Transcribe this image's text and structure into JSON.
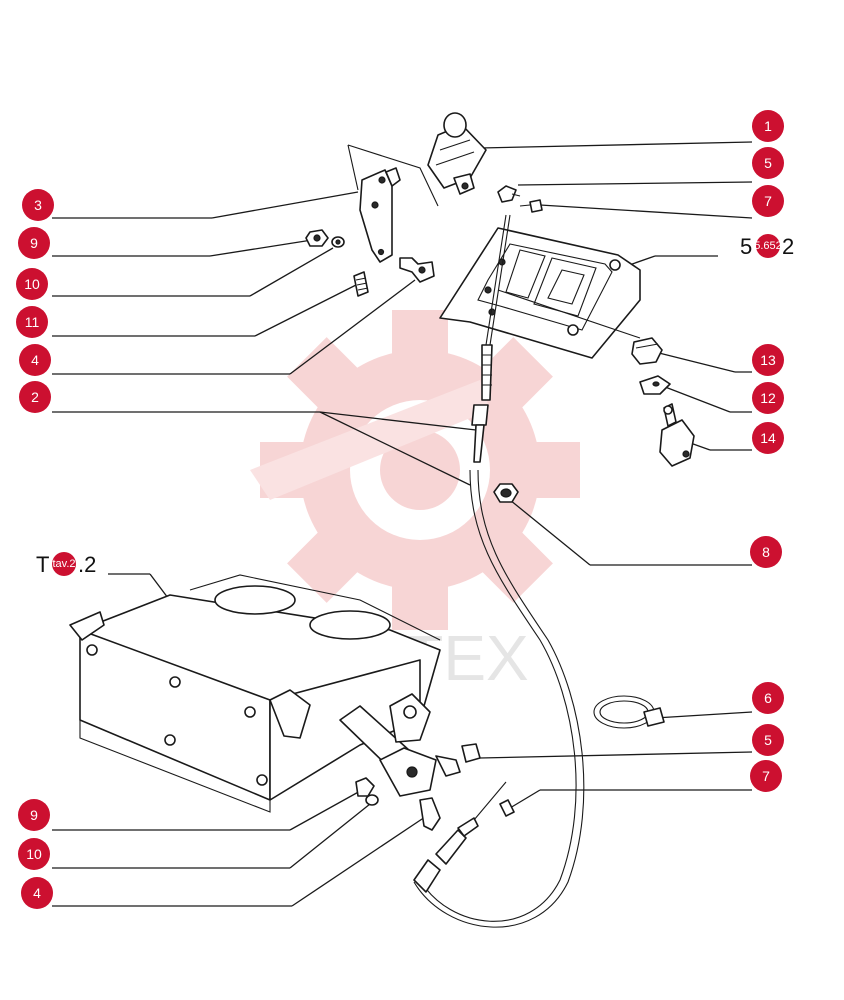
{
  "watermark": {
    "text": "ИНТЕХ",
    "color": "#f2b4b4"
  },
  "callouts": [
    "1",
    "5",
    "7",
    "3",
    "9",
    "10",
    "11",
    "4",
    "2",
    "13",
    "12",
    "14",
    "8",
    "6",
    "5",
    "7",
    "9",
    "10",
    "4"
  ],
  "references": {
    "top_right": {
      "prefix": "5",
      "badge": "5.652",
      "suffix": "2"
    },
    "left": {
      "prefix": "T",
      "badge": "tav.2",
      "suffix": ".2"
    }
  },
  "colors": {
    "callout": "#cc1030",
    "line": "#1a1a1a"
  }
}
